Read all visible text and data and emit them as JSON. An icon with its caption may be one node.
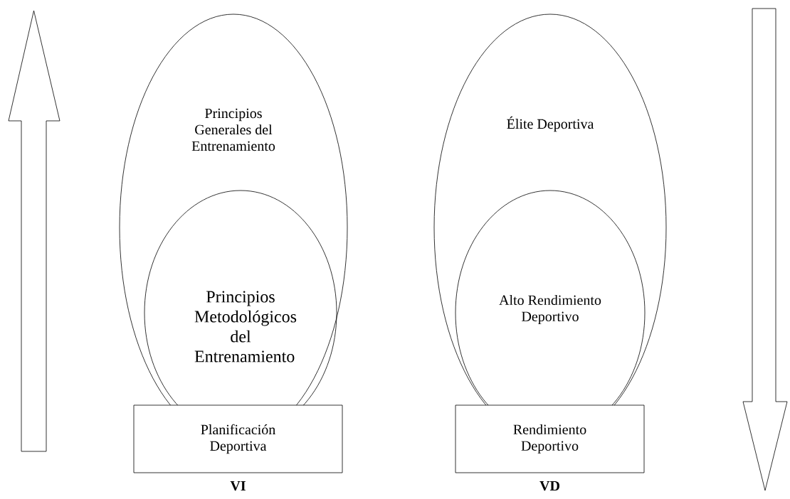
{
  "diagram": {
    "nodes": [
      {
        "text": [
          "Principios Generales del Entrenamiento"
        ]
      },
      {
        "text": [
          "Principios Metodológicos del Entrenamiento"
        ],
        "in": 0
      },
      {
        "text": [
          "Planificación Deportiva"
        ],
        "beside": [
          "VI"
        ]
      },
      {
        "text": [
          "Élite Deportiva"
        ]
      },
      {
        "text": [
          "Alto Rendimiento Deportivo"
        ],
        "in": 3
      },
      {
        "text": [
          "Rendimiento Deportivo"
        ],
        "beside": [
          "VD"
        ]
      }
    ]
  }
}
